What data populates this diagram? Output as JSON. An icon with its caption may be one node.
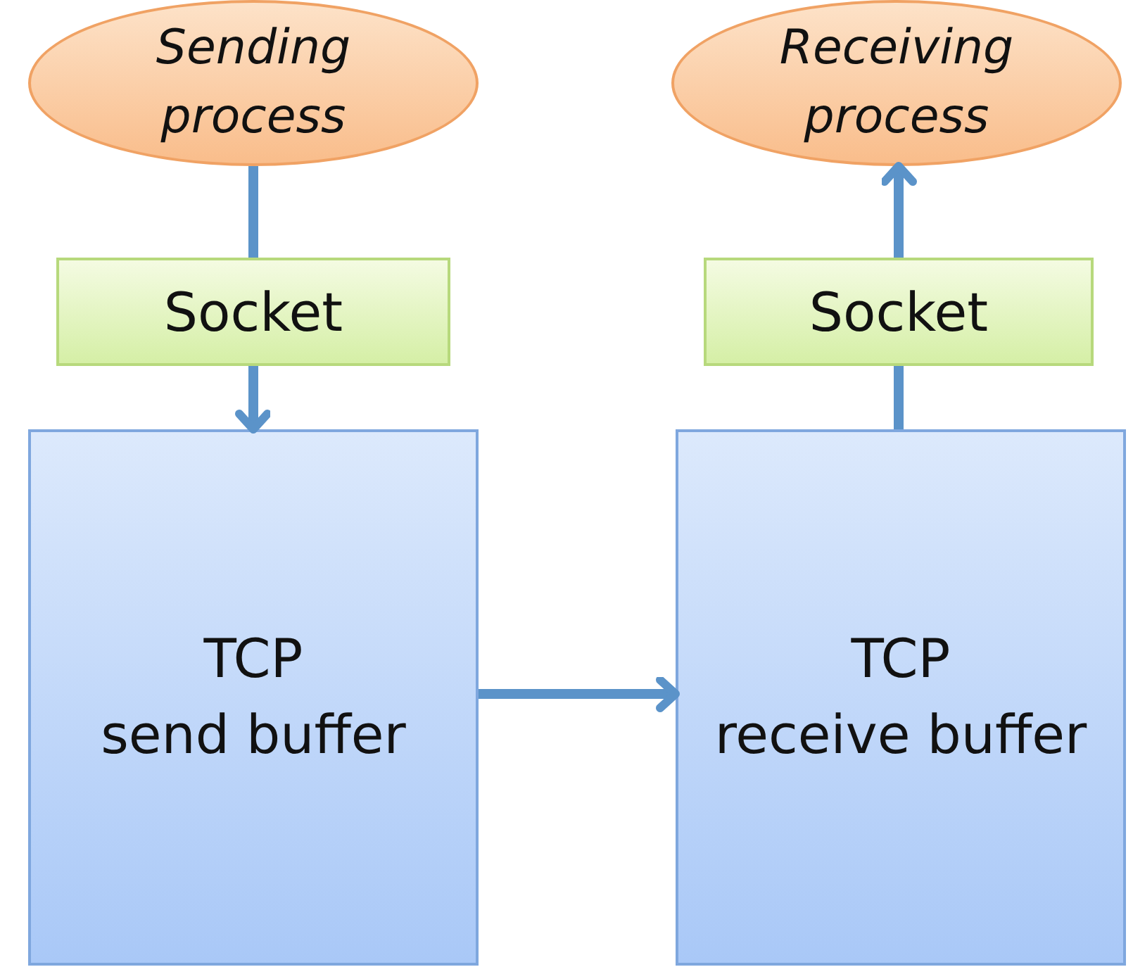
{
  "diagram": {
    "nodes": [
      {
        "text": [
          "Sending process"
        ]
      },
      {
        "text": [
          "Socket"
        ]
      },
      {
        "text": [
          "TCP",
          "send buffer"
        ]
      },
      {
        "text": [
          "Receiving process"
        ]
      },
      {
        "text": [
          "Socket"
        ]
      },
      {
        "text": [
          "TCP",
          "receive buffer"
        ]
      }
    ],
    "edges": [
      {
        "from": 0,
        "to": 1,
        "arrow": "none"
      },
      {
        "from": 1,
        "to": 2,
        "arrow": "to"
      },
      {
        "from": 2,
        "to": 5,
        "arrow": "to"
      },
      {
        "from": 5,
        "to": 4,
        "arrow": "none"
      },
      {
        "from": 4,
        "to": 3,
        "arrow": "to"
      }
    ]
  }
}
